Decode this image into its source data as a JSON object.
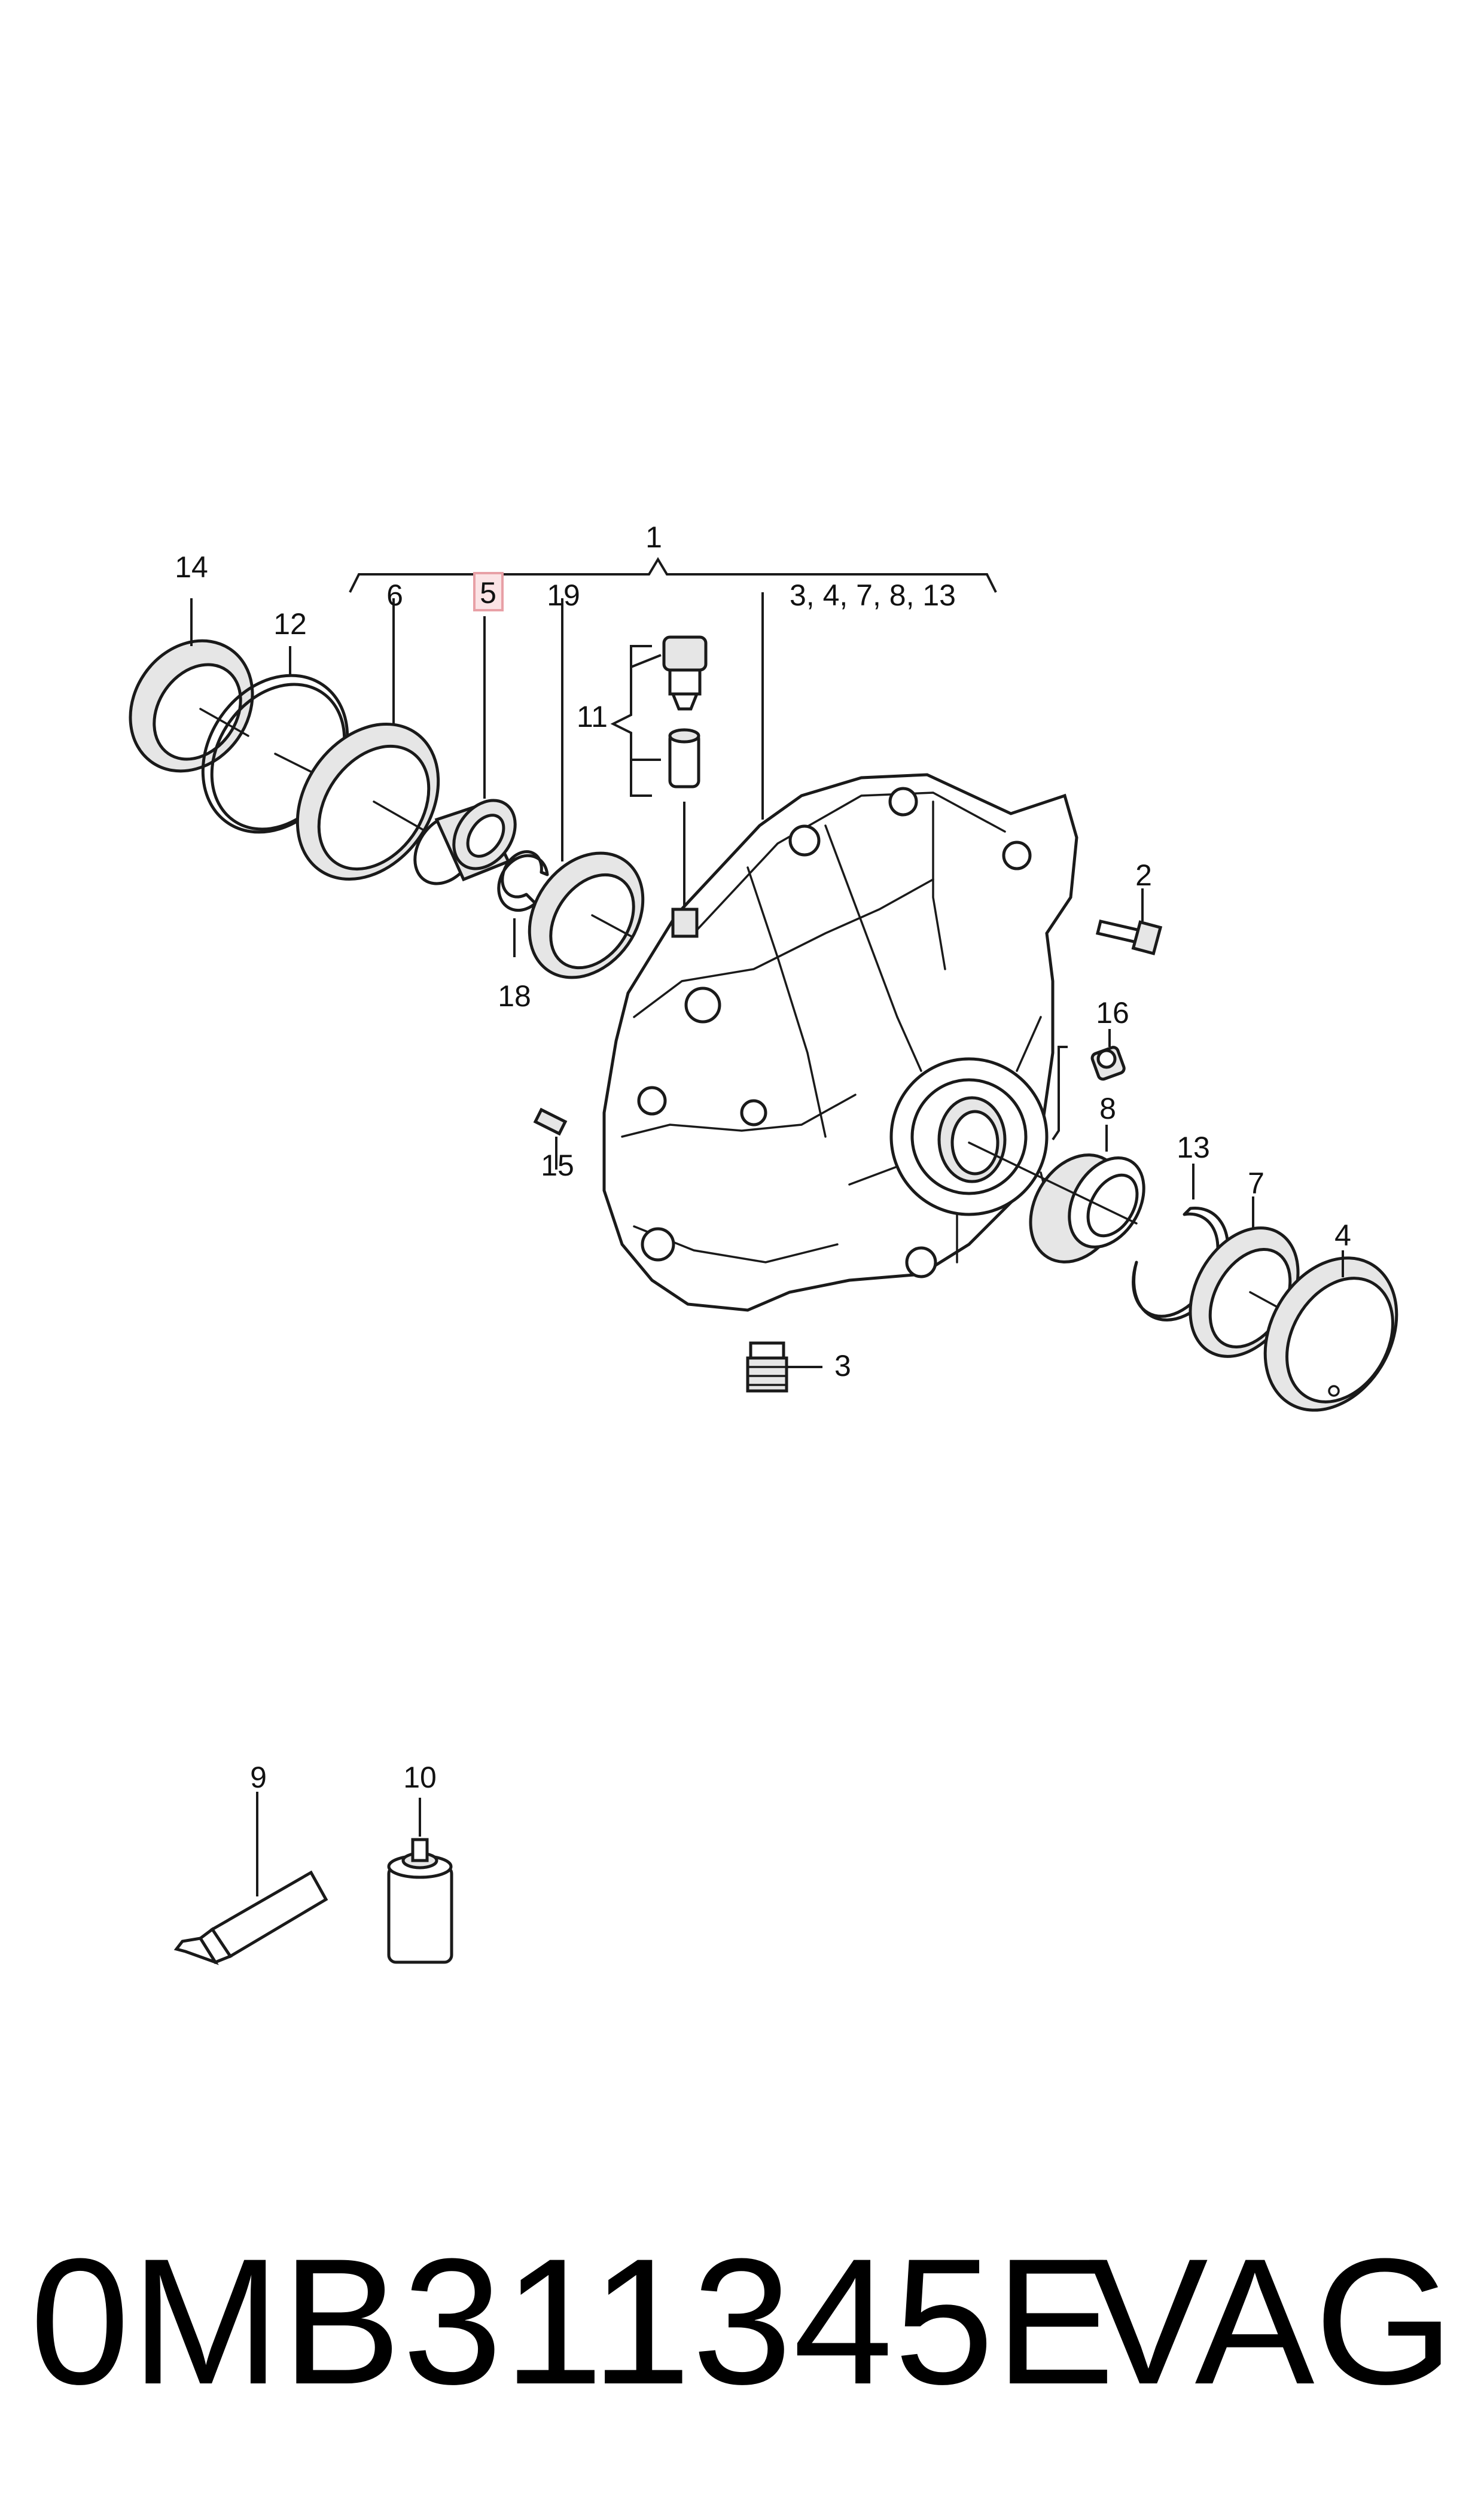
{
  "callouts": {
    "c1": "1",
    "c1_group": "3, 4, 7, 8, 13",
    "c2": "2",
    "c3": "3",
    "c4": "4",
    "c5": "5",
    "c6": "6",
    "c7": "7",
    "c8": "8",
    "c9": "9",
    "c10": "10",
    "c11": "11",
    "c12": "12",
    "c13": "13",
    "c14": "14",
    "c15": "15",
    "c16": "16",
    "c18": "18",
    "c19": "19"
  },
  "footer": {
    "part_number": "0MB311345E",
    "brand": "VAG"
  },
  "colors": {
    "highlight_box": "#e8a0a6",
    "highlight_fill": "#fbe3e5",
    "line": "#1a1a1a"
  }
}
